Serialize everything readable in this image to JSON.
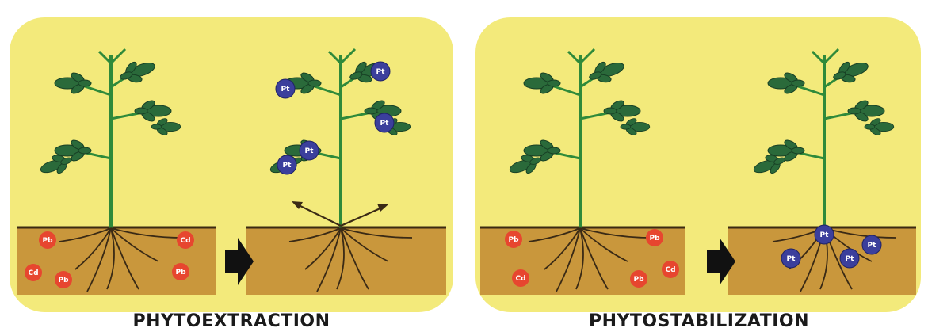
{
  "colors": {
    "background": "#ffffff",
    "panel": "#f3ea7b",
    "soil": "#c9973c",
    "soil_line": "#3a2a12",
    "stem": "#2f8a3a",
    "leaf": "#2a6a3a",
    "leaf_dark": "#173f24",
    "root": "#3a2a15",
    "metal_red": "#e7462f",
    "metal_blue": "#3b3f9c",
    "arrow": "#111111"
  },
  "panels": [
    {
      "caption": "PHYTOEXTRACTION",
      "icon": "right-arrow-icon",
      "before": {
        "soil_metals": [
          {
            "label": "Pb"
          },
          {
            "label": "Cd"
          },
          {
            "label": "Pb"
          },
          {
            "label": "Cd"
          },
          {
            "label": "Pb"
          }
        ]
      },
      "after": {
        "plant_metals": [
          {
            "label": "Pt"
          },
          {
            "label": "Pt"
          },
          {
            "label": "Pt"
          },
          {
            "label": "Pt"
          },
          {
            "label": "Pt"
          }
        ],
        "uptake_arrows": "double-headed-arrow-icon"
      }
    },
    {
      "caption": "PHYTOSTABILIZATION",
      "icon": "right-arrow-icon",
      "before": {
        "soil_metals": [
          {
            "label": "Pb"
          },
          {
            "label": "Cd"
          },
          {
            "label": "Pb"
          },
          {
            "label": "Cd"
          },
          {
            "label": "Pb"
          }
        ]
      },
      "after": {
        "root_metals": [
          {
            "label": "Pt"
          },
          {
            "label": "Pt"
          },
          {
            "label": "Pt"
          },
          {
            "label": "Pt"
          }
        ]
      }
    }
  ]
}
